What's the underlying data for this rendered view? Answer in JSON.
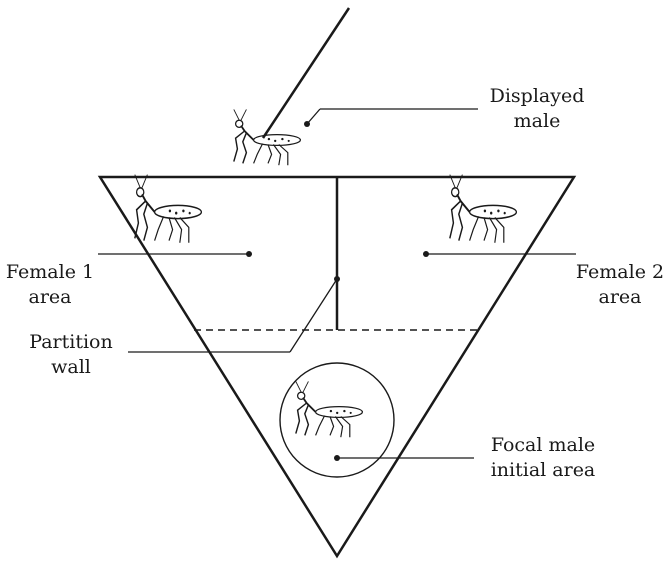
{
  "labels": {
    "displayed_male": [
      "Displayed",
      "male"
    ],
    "female1_area": [
      "Female 1",
      "area"
    ],
    "female2_area": [
      "Female 2",
      "area"
    ],
    "partition_wall": [
      "Partition",
      "wall"
    ],
    "focal_male": [
      "Focal male",
      "initial area"
    ]
  },
  "colors": {
    "ink": "#1a1a1a",
    "background": "#ffffff"
  },
  "icons": {
    "insect": "mantis-icon"
  }
}
